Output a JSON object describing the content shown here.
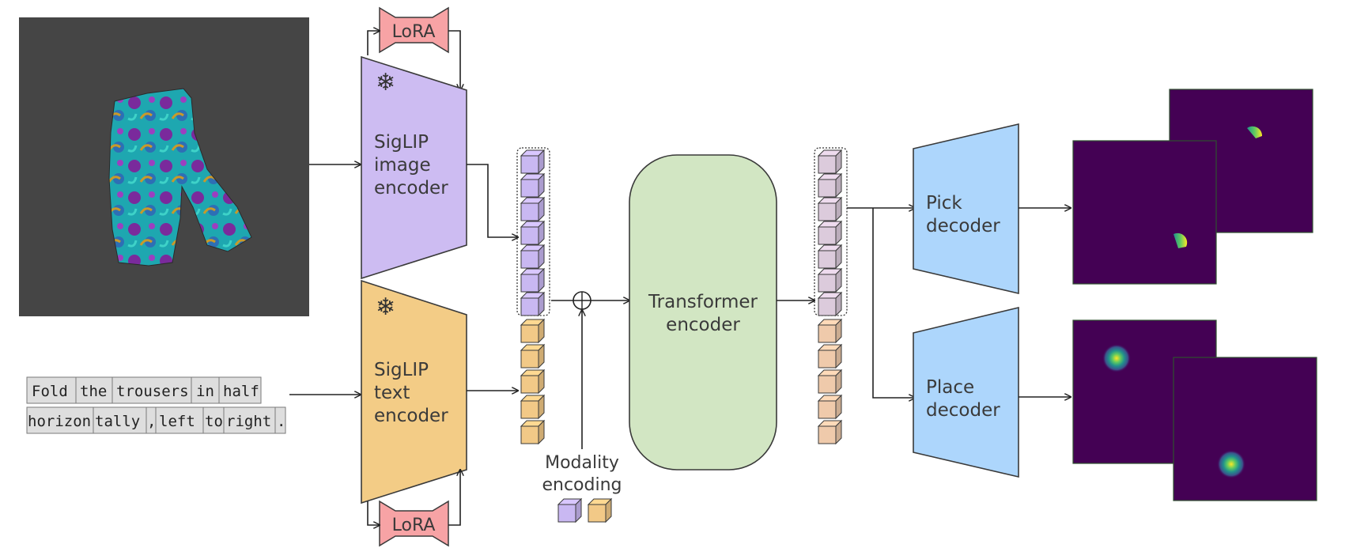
{
  "diagram": {
    "lora_top": "LoRA",
    "lora_bottom": "LoRA",
    "image_encoder": [
      "SigLIP",
      "image",
      "encoder"
    ],
    "text_encoder": [
      "SigLIP",
      "text",
      "encoder"
    ],
    "transformer": [
      "Transformer",
      "encoder"
    ],
    "modality": [
      "Modality",
      "encoding"
    ],
    "pick_decoder": [
      "Pick",
      "decoder"
    ],
    "place_decoder": [
      "Place",
      "decoder"
    ],
    "frozen_icon": "❄",
    "instruction_line1": [
      "Fold",
      "the",
      "trousers",
      "in",
      "half"
    ],
    "instruction_line2": [
      "horizon",
      "tally",
      ",",
      "left",
      "to",
      "right",
      "."
    ]
  },
  "colors": {
    "image_encoder": "#cdbcf2",
    "text_encoder": "#f3cc86",
    "transformer": "#d2e6c3",
    "decoder": "#add6fc",
    "lora": "#f7a3a5",
    "heatmap_bg": "#440154",
    "image_token": "#c9b8f2",
    "text_token": "#f2c987",
    "fused_image_token": "#dccbdc",
    "fused_text_token": "#efcaab"
  }
}
